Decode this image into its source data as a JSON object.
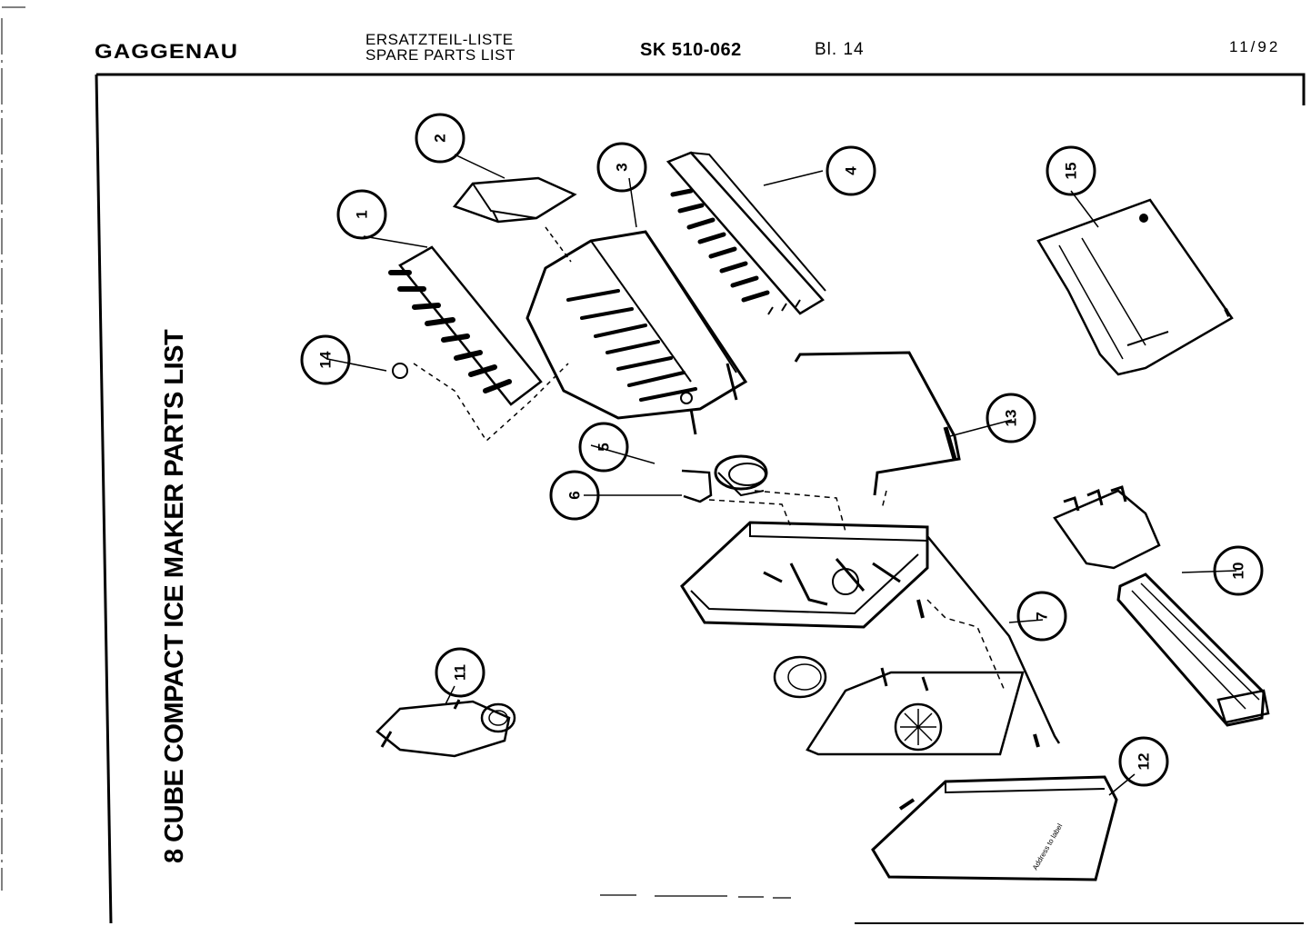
{
  "header": {
    "brand": "GAGGENAU",
    "title_de": "ERSATZTEIL-LISTE",
    "title_en": "SPARE PARTS LIST",
    "part_number": "SK 510-062",
    "sheet": "Bl. 14",
    "date": "11/92"
  },
  "diagram_title": "8 CUBE COMPACT ICE MAKER PARTS LIST",
  "box_label": "Address to label",
  "callouts": [
    "1",
    "2",
    "3",
    "4",
    "5",
    "6",
    "7",
    "10",
    "11",
    "12",
    "13",
    "14",
    "15"
  ]
}
